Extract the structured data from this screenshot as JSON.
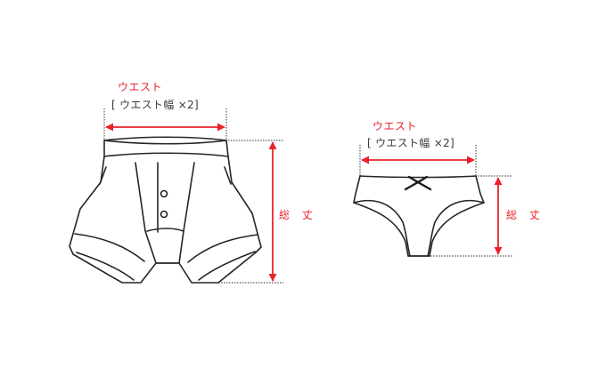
{
  "colors": {
    "measure": "#e8232a",
    "outline": "#2a2424",
    "guide": "#555555",
    "background": "#ffffff"
  },
  "figures": [
    {
      "id": "boxer-briefs",
      "garment": "boxer briefs",
      "waist": {
        "label": "ウエスト",
        "note": "[ ウエスト幅 ×2]"
      },
      "length": {
        "label": "総 丈"
      }
    },
    {
      "id": "briefs",
      "garment": "briefs (with bow)",
      "waist": {
        "label": "ウエスト",
        "note": "[ ウエスト幅 ×2]"
      },
      "length": {
        "label": "総 丈"
      }
    }
  ]
}
